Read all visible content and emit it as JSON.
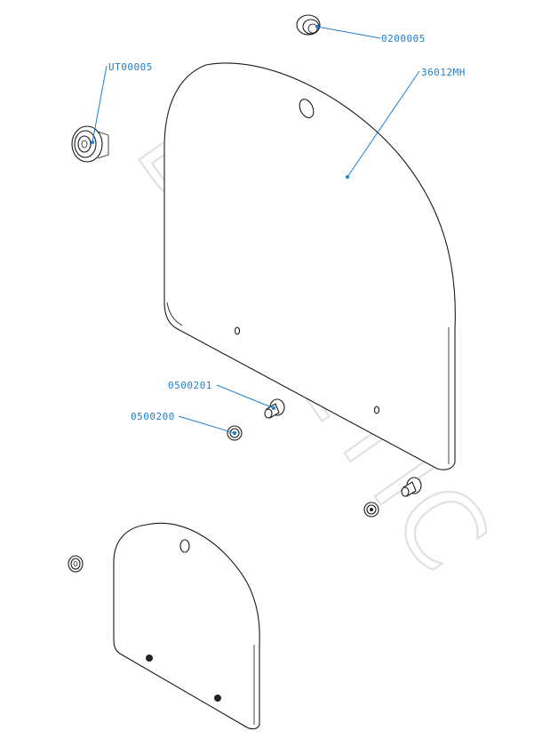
{
  "watermark": "DOMETIC",
  "callouts": {
    "top_nut": "0200005",
    "left_cap": "UT00005",
    "large_plate": "36012MH",
    "screw": "0500201",
    "grommet": "0500200"
  },
  "colors": {
    "callout": "#1f7fd0",
    "linework": "#1a1a1a",
    "watermark": "#e1e1e1"
  }
}
